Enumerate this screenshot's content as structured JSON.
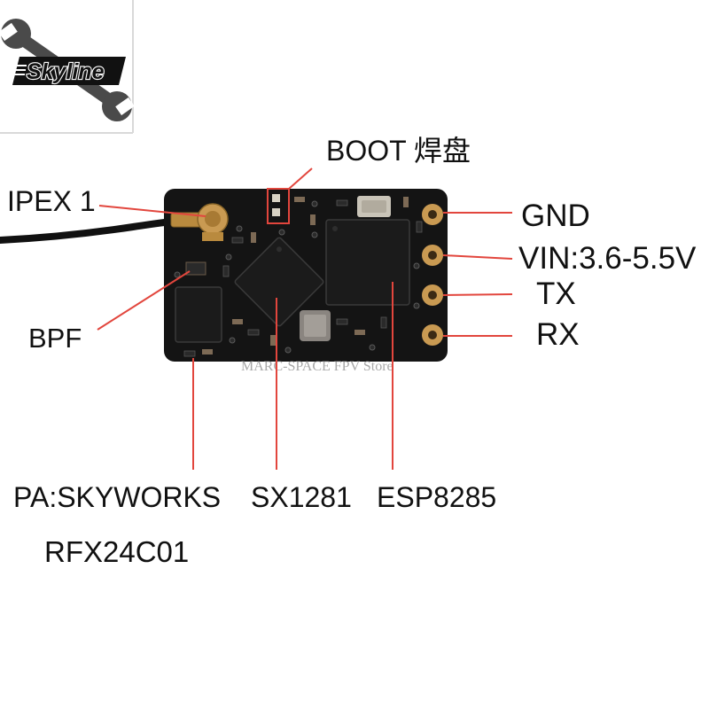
{
  "logo": {
    "brand": "Skyline"
  },
  "labels": {
    "boot": "BOOT 焊盘",
    "ipex": "IPEX 1",
    "gnd": "GND",
    "vin": "VIN:3.6-5.5V",
    "tx": "TX",
    "rx": "RX",
    "bpf": "BPF",
    "pa_model": "PA:SKYWORKS",
    "pa_part": "RFX24C01",
    "rf_chip": "SX1281",
    "mcu": "ESP8285"
  },
  "watermark": "MARC-SPACE FPV Store",
  "icons": {
    "logo": "wrench-icon",
    "antenna": "ipex-antenna-icon"
  },
  "colors": {
    "background": "#ffffff",
    "leader_line": "#e2463d",
    "pcb": "#141414",
    "pad_gold": "#c99a52",
    "text": "#111111"
  }
}
